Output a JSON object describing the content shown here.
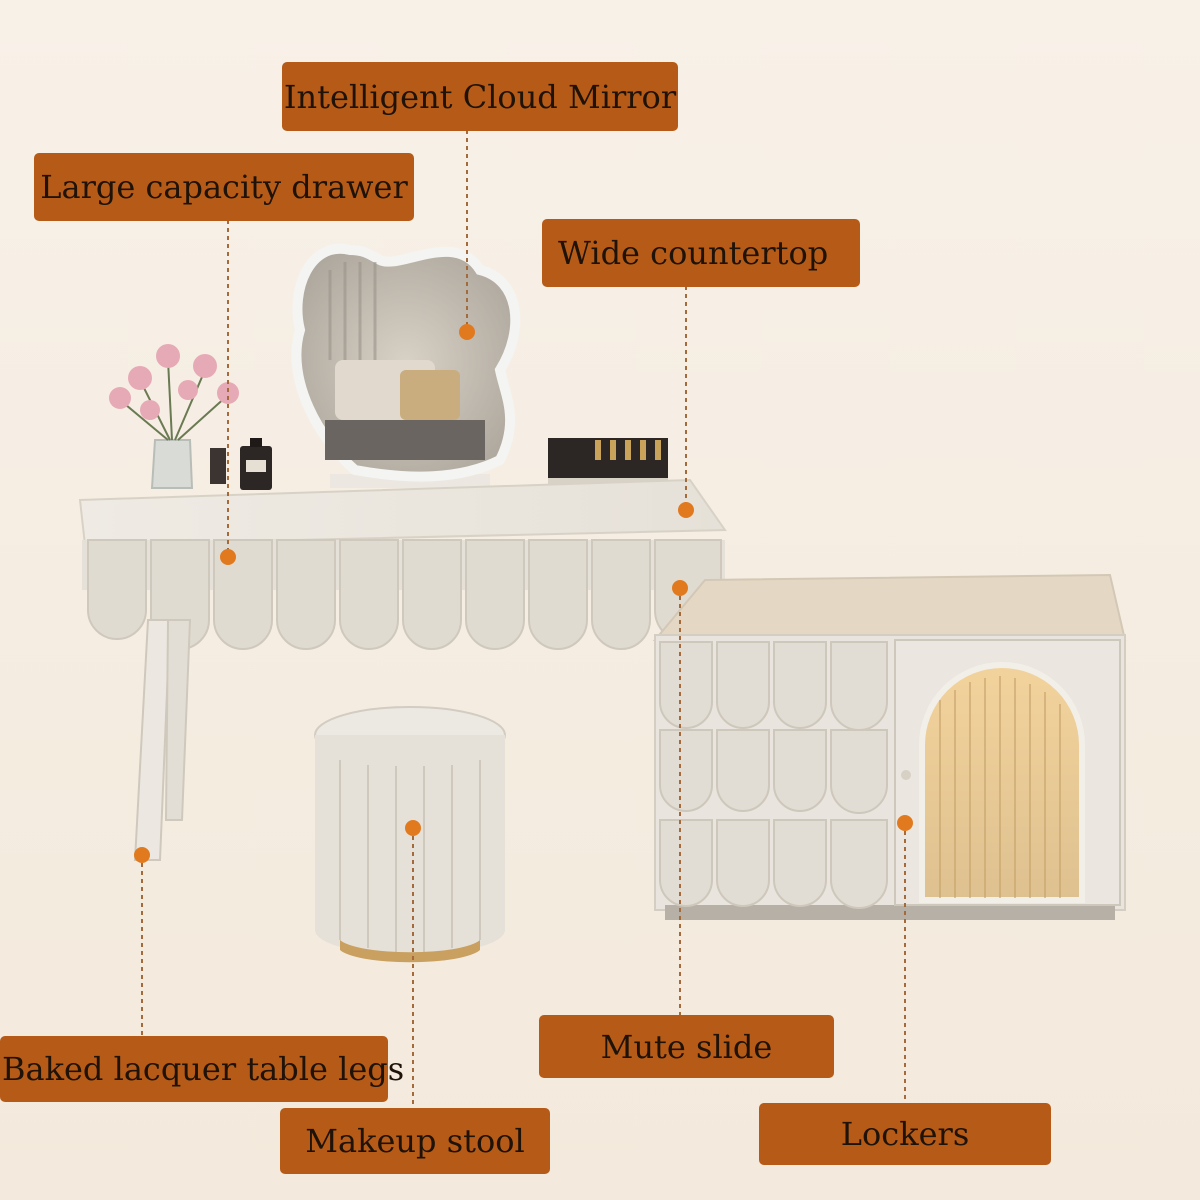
{
  "colors": {
    "background": "#f7f0e6",
    "label_fill": "#b65b17",
    "label_text": "#1f1208",
    "marker": "#e17a1f",
    "furniture": "#e8e4dd"
  },
  "labels": {
    "mirror": "Intelligent Cloud Mirror",
    "drawer": "Large capacity drawer",
    "countertop": "Wide countertop",
    "legs": "Baked lacquer table legs",
    "stool": "Makeup stool",
    "slide": "Mute slide",
    "lockers": "Lockers"
  },
  "icons": {
    "marker": "orange-dot-icon"
  }
}
